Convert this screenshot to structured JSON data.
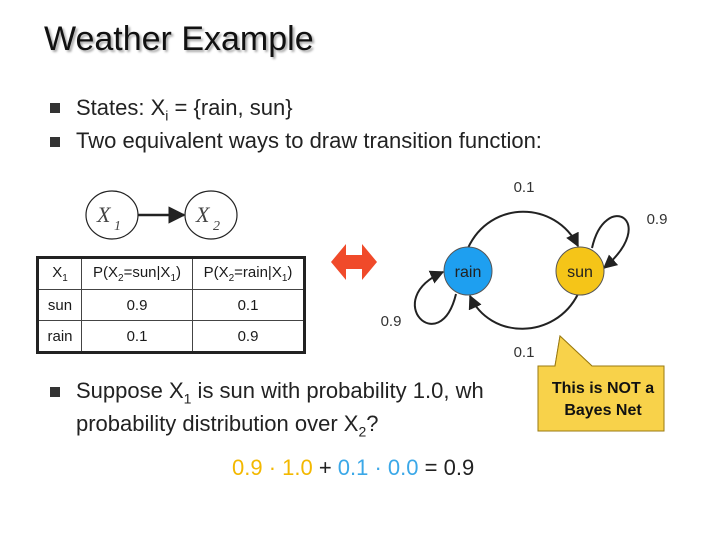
{
  "slide": {
    "title": "Weather Example"
  },
  "bullets": [
    {
      "prefix": "States: X",
      "sub": "i",
      "suffix": " = {rain, sun}"
    },
    {
      "text": "Two equivalent ways to draw transition function:"
    },
    {
      "l1_a": "Suppose X",
      "l1_sub": "1",
      "l1_b": " is sun with probability 1.0, wh",
      "l2_a": "probability distribution over X",
      "l2_sub": "2",
      "l2_b": "?"
    }
  ],
  "bayes_net": {
    "node1": {
      "letter": "X",
      "sub": "1"
    },
    "node2": {
      "letter": "X",
      "sub": "2"
    }
  },
  "table": {
    "headers": [
      {
        "a": "X",
        "sub": "1",
        "b": ""
      },
      {
        "a": "P(X",
        "sub": "2",
        "b": "=sun|X",
        "sub2": "1",
        "c": ")"
      },
      {
        "a": "P(X",
        "sub": "2",
        "b": "=rain|X",
        "sub2": "1",
        "c": ")"
      }
    ],
    "rows": [
      [
        "sun",
        "0.9",
        "0.1"
      ],
      [
        "rain",
        "0.1",
        "0.9"
      ]
    ]
  },
  "markov_chain": {
    "nodes": {
      "rain": "rain",
      "sun": "sun"
    },
    "edge_labels": {
      "rain_to_sun": "0.1",
      "sun_to_sun": "0.9",
      "rain_to_rain": "0.9",
      "sun_to_rain": "0.1"
    },
    "colors": {
      "rain": "#1e9ff0",
      "sun": "#f5c518",
      "arrow": "#f04a2a"
    }
  },
  "callout": {
    "line1": "This is NOT a",
    "line2": "Bayes Net"
  },
  "formula": {
    "t1": "0.9 · 1.0",
    "plus": " + ",
    "t2": "0.1 · 0.0",
    "eq": " = ",
    "result": "0.9"
  }
}
